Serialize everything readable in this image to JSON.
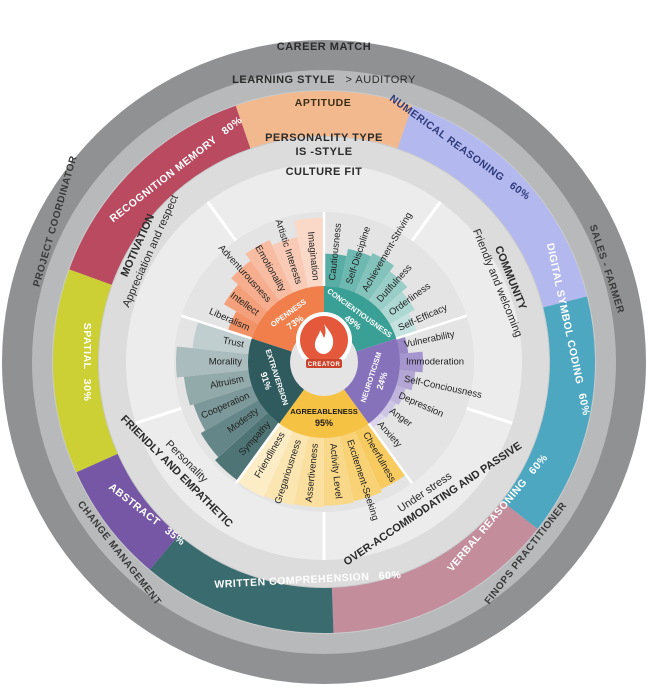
{
  "title": {
    "career_match": "CAREER MATCH",
    "learning_style": "LEARNING STYLE",
    "learning_style_value": "> AUDITORY",
    "aptitude": "APTITUDE",
    "personality_type_line1": "PERSONALITY TYPE",
    "personality_type_line2": "IS -STYLE",
    "culture_fit": "CULTURE FIT"
  },
  "career_matches": [
    {
      "label": "SALES - FARMER"
    },
    {
      "label": "FINOPS PRACTITIONER"
    },
    {
      "label": "CHANGE MANAGEMENT"
    },
    {
      "label": "PROJECT COORDINATOR"
    }
  ],
  "aptitudes": [
    {
      "label": "NUMERICAL REASONING",
      "value": "60%",
      "color": "#b3b8ee"
    },
    {
      "label": "DIGITAL SYMBOL CODING",
      "value": "60%",
      "color": "#4da7c1"
    },
    {
      "label": "VERBAL REASONING",
      "value": "60%",
      "color": "#c38d9c"
    },
    {
      "label": "WRITTEN COMPREHENSION",
      "value": "60%",
      "color": "#3a6b6e"
    },
    {
      "label": "ABSTRACT",
      "value": "35%",
      "color": "#7657a5"
    },
    {
      "label": "SPATIAL",
      "value": "30%",
      "color": "#cdd034"
    },
    {
      "label": "RECOGNITION MEMORY",
      "value": "80%",
      "color": "#b94a60"
    },
    {
      "label": "APTITUDE",
      "value": "",
      "color": "#f2b98e"
    }
  ],
  "culture": {
    "community": {
      "title": "COMMUNITY",
      "subtitle": "Friendly and welcoming"
    },
    "under_stress": {
      "title": "Under stress",
      "subtitle": "OVER-ACCOMMODATING AND PASSIVE"
    },
    "personality": {
      "title": "Personality",
      "subtitle": "FRIENDLY AND EMPATHETIC"
    },
    "motivation": {
      "title": "MOTIVATION",
      "subtitle": "Appreciation and respect"
    }
  },
  "chart_data": {
    "type": "radial-bar",
    "center_label": "CREATOR",
    "traits": [
      {
        "name": "OPENNESS",
        "percent": "73%",
        "value": 73,
        "color": "#f07f4c",
        "facets": [
          {
            "label": "Liberalism",
            "value": 0.35
          },
          {
            "label": "Intellect",
            "value": 0.55
          },
          {
            "label": "Adventurousness",
            "value": 0.68
          },
          {
            "label": "Emotionality",
            "value": 0.8
          },
          {
            "label": "Artistic Interests",
            "value": 0.72
          },
          {
            "label": "Imagination",
            "value": 0.95
          }
        ]
      },
      {
        "name": "CONCIENTIOUSNESS",
        "percent": "49%",
        "value": 49,
        "color": "#3a9f94",
        "facets": [
          {
            "label": "Cautiousness",
            "value": 0.45
          },
          {
            "label": "Self-Discipline",
            "value": 0.55
          },
          {
            "label": "Achievement-Striving",
            "value": 0.6
          },
          {
            "label": "Dutifulness",
            "value": 0.5
          },
          {
            "label": "Orderliness",
            "value": 0.4
          },
          {
            "label": "Self-Efficacy",
            "value": 0.3
          }
        ]
      },
      {
        "name": "NEUROTICISM",
        "percent": "24%",
        "value": 24,
        "color": "#8671bb",
        "facets": [
          {
            "label": "Vulnerability",
            "value": 0.12
          },
          {
            "label": "Immoderation",
            "value": 0.32
          },
          {
            "label": "Self-Conciousness",
            "value": 0.22
          },
          {
            "label": "Depression",
            "value": 0.14
          },
          {
            "label": "Anger",
            "value": 0.1
          },
          {
            "label": "Anxiety",
            "value": 0.08
          }
        ]
      },
      {
        "name": "AGREEABLENESS",
        "percent": "95%",
        "value": 95,
        "color": "#f6c244",
        "facets": [
          {
            "label": "Cheerfulness",
            "value": 0.88
          },
          {
            "label": "Excitement-Seeking",
            "value": 0.92
          },
          {
            "label": "Activity Level",
            "value": 0.94
          },
          {
            "label": "Assertiveness",
            "value": 0.96
          },
          {
            "label": "Gregariousness",
            "value": 0.98
          },
          {
            "label": "Friendliness",
            "value": 1.0
          }
        ]
      },
      {
        "name": "EXTRAVERSION",
        "percent": "91%",
        "value": 91,
        "color": "#2f5b5e",
        "facets": [
          {
            "label": "Sympathy",
            "value": 0.98
          },
          {
            "label": "Modesty",
            "value": 0.92
          },
          {
            "label": "Cooperation",
            "value": 0.85
          },
          {
            "label": "Altruism",
            "value": 0.9
          },
          {
            "label": "Morality",
            "value": 1.0
          },
          {
            "label": "Trust",
            "value": 0.78
          }
        ]
      }
    ]
  }
}
